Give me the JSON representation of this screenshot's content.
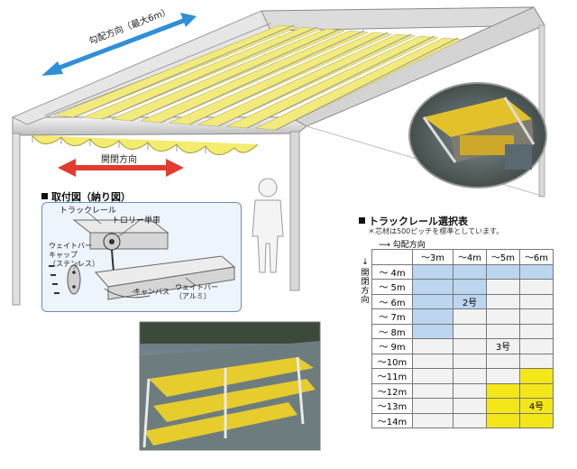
{
  "top": {
    "slope_label": "勾配方向（最大6m）",
    "open_label": "開閉方向"
  },
  "mount": {
    "title": "取付図（納り図）",
    "labels": {
      "track_rail": "トラックレール",
      "trolley": "トロリー単車",
      "weight_cap": "ウェイトバー\nキャップ\n（ステンレス）",
      "canvas": "キャンバス",
      "weight_bar": "ウェイトバー\n（アルミ）"
    }
  },
  "selection": {
    "title": "トラックレール選択表",
    "note": "＊芯材は500ピッチを標準としています。",
    "axis_slope": "勾配方向",
    "axis_open": "開閉方向",
    "col_headers": [
      "～3m",
      "～4m",
      "～5m",
      "～6m"
    ],
    "row_headers": [
      "～ 4m",
      "～ 5m",
      "～ 6m",
      "～ 7m",
      "～ 8m",
      "～ 9m",
      "～10m",
      "～11m",
      "～12m",
      "～13m",
      "～14m"
    ],
    "zones": {
      "no2": "2号",
      "no3": "3号",
      "no4": "4号"
    },
    "colors": {
      "no2": "#bcd6ef",
      "no3": "#f2f2f2",
      "no4": "#f3e619"
    }
  }
}
